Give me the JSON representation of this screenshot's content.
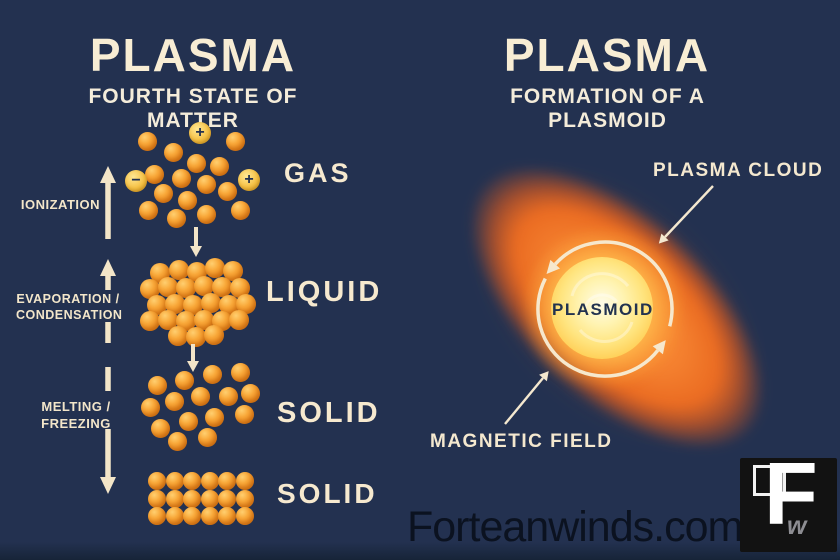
{
  "left": {
    "title": "PLASMA",
    "subtitle": "FOURTH STATE OF MATTER",
    "state_labels": [
      "GAS",
      "LIQUID",
      "SOLID",
      "SOLID"
    ],
    "transitions": {
      "ionization": "IONIZATION",
      "evaporation_line1": "EVAPORATION /",
      "evaporation_line2": "CONDENSATION",
      "melting_line1": "MELTING /",
      "melting_line2": "FREEZING"
    },
    "ions": [
      "+",
      "−",
      "+"
    ],
    "particle_counts": {
      "gas": 15,
      "liquid": 26,
      "solid_amorphous": 15,
      "solid_crystal": 18
    }
  },
  "right": {
    "title": "PLASMA",
    "subtitle": "FORMATION OF A PLASMOID",
    "plasma_cloud_label": "PLASMA CLOUD",
    "plasmoid_label": "PLASMOID",
    "magnetic_field_label": "MAGNETIC FIELD"
  },
  "footer": {
    "watermark": "Forteanwinds.com",
    "logo_letter": "F",
    "logo_letter_small": "w"
  },
  "colors": {
    "background": "#233150",
    "cream": "#f6e9cf",
    "particle_orange": "#f59b2a",
    "ion_yellow": "#f5c144",
    "cloud_orange": "#eb6c22",
    "plasmoid_yellow": "#ffe47e",
    "navy_text": "#22324f",
    "watermark_text": "#0b1220"
  }
}
